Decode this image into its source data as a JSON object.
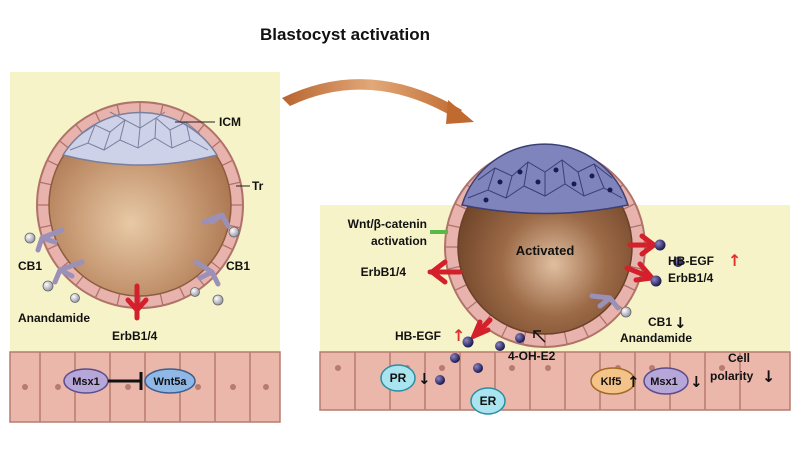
{
  "title": "Blastocyst activation",
  "left": {
    "icm": "ICM",
    "tr": "Tr",
    "cb1_left": "CB1",
    "cb1_right": "CB1",
    "anandamide": "Anandamide",
    "erbb": "ErbB1/4",
    "msx1": "Msx1",
    "wnt5a": "Wnt5a"
  },
  "right": {
    "wnt_line1": "Wnt/β-catenin",
    "wnt_line2": "activation",
    "erbb_left": "ErbB1/4",
    "activated": "Activated",
    "hbegf_right": "HB-EGF",
    "erbb_right": "ErbB1/4",
    "hbegf_low": "HB-EGF",
    "cb1": "CB1",
    "anandamide": "Anandamide",
    "oh_e2": "4-OH-E2",
    "pr": "PR",
    "er": "ER",
    "klf5": "Klf5",
    "msx1": "Msx1",
    "cell": "Cell",
    "polarity": "polarity"
  },
  "colors": {
    "embryo_brown": "#a9744f",
    "cell_pink": "#e9b3ad",
    "icm_blue": "#c9cee6",
    "receptor_red": "#d3202a",
    "receptor_lilac": "#9a90b8",
    "up_arrow": "#e0322a",
    "uterus_bg": "#f7f3c8"
  }
}
